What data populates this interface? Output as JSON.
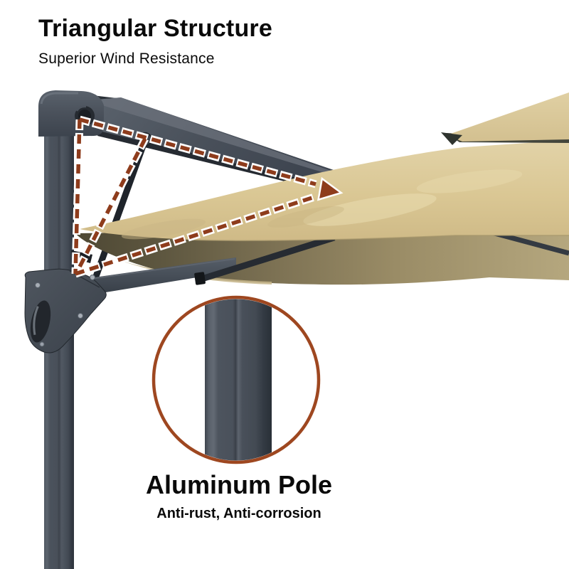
{
  "header": {
    "title": "Triangular Structure",
    "subtitle": "Superior Wind Resistance"
  },
  "pole_callout": {
    "title": "Aluminum Pole",
    "subtitle": "Anti-rust, Anti-corrosion"
  },
  "icons": {
    "triangle_annotation": "dashed-triangle-icon",
    "arrow": "arrow-right-icon",
    "magnifier": "zoom-circle-icon"
  },
  "colors": {
    "text": "#0a0a0a",
    "background": "#ffffff",
    "annotation_brown": "#8e3c1c",
    "magnifier_ring": "#9e4720",
    "canopy": "#d9c594",
    "canopy_underside": "#9a8c66",
    "frame_gray": "#49505a"
  }
}
